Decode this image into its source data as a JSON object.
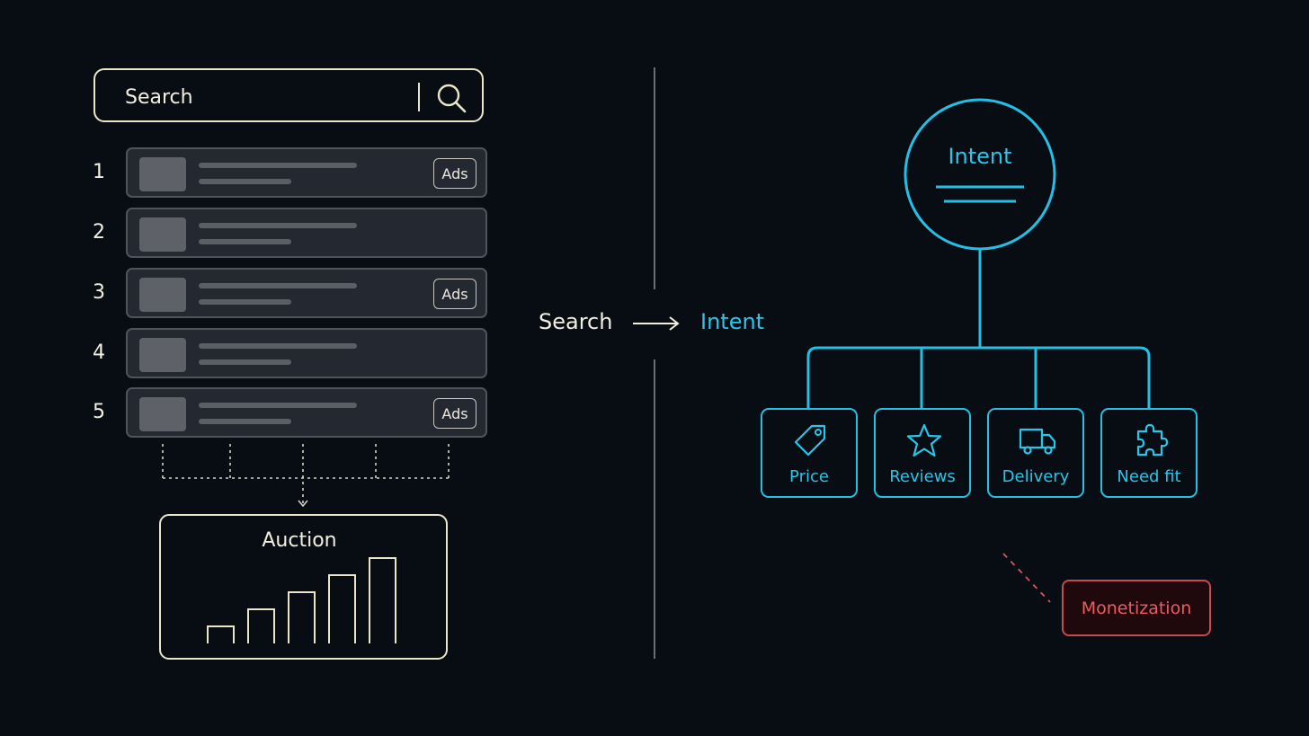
{
  "search": {
    "label": "Search"
  },
  "results": {
    "ads_label": "Ads",
    "rows": [
      {
        "rank": "1",
        "ad": true
      },
      {
        "rank": "2",
        "ad": false
      },
      {
        "rank": "3",
        "ad": true
      },
      {
        "rank": "4",
        "ad": false
      },
      {
        "rank": "5",
        "ad": true
      }
    ]
  },
  "auction": {
    "title": "Auction",
    "bid_levels": [
      1,
      2,
      3,
      4,
      5
    ]
  },
  "flow": {
    "from": "Search",
    "to": "Intent"
  },
  "intent": {
    "title": "Intent"
  },
  "facets": [
    {
      "label": "Price",
      "icon": "price-tag-icon"
    },
    {
      "label": "Reviews",
      "icon": "star-icon"
    },
    {
      "label": "Delivery",
      "icon": "delivery-truck-icon"
    },
    {
      "label": "Need fit",
      "icon": "puzzle-piece-icon"
    }
  ],
  "monetization": {
    "label": "Monetization"
  },
  "colors": {
    "background": "#080c13",
    "cream": "#ece6c9",
    "cyan": "#27c6ea",
    "red": "#ee5b5e",
    "row_fill": "#232831"
  }
}
